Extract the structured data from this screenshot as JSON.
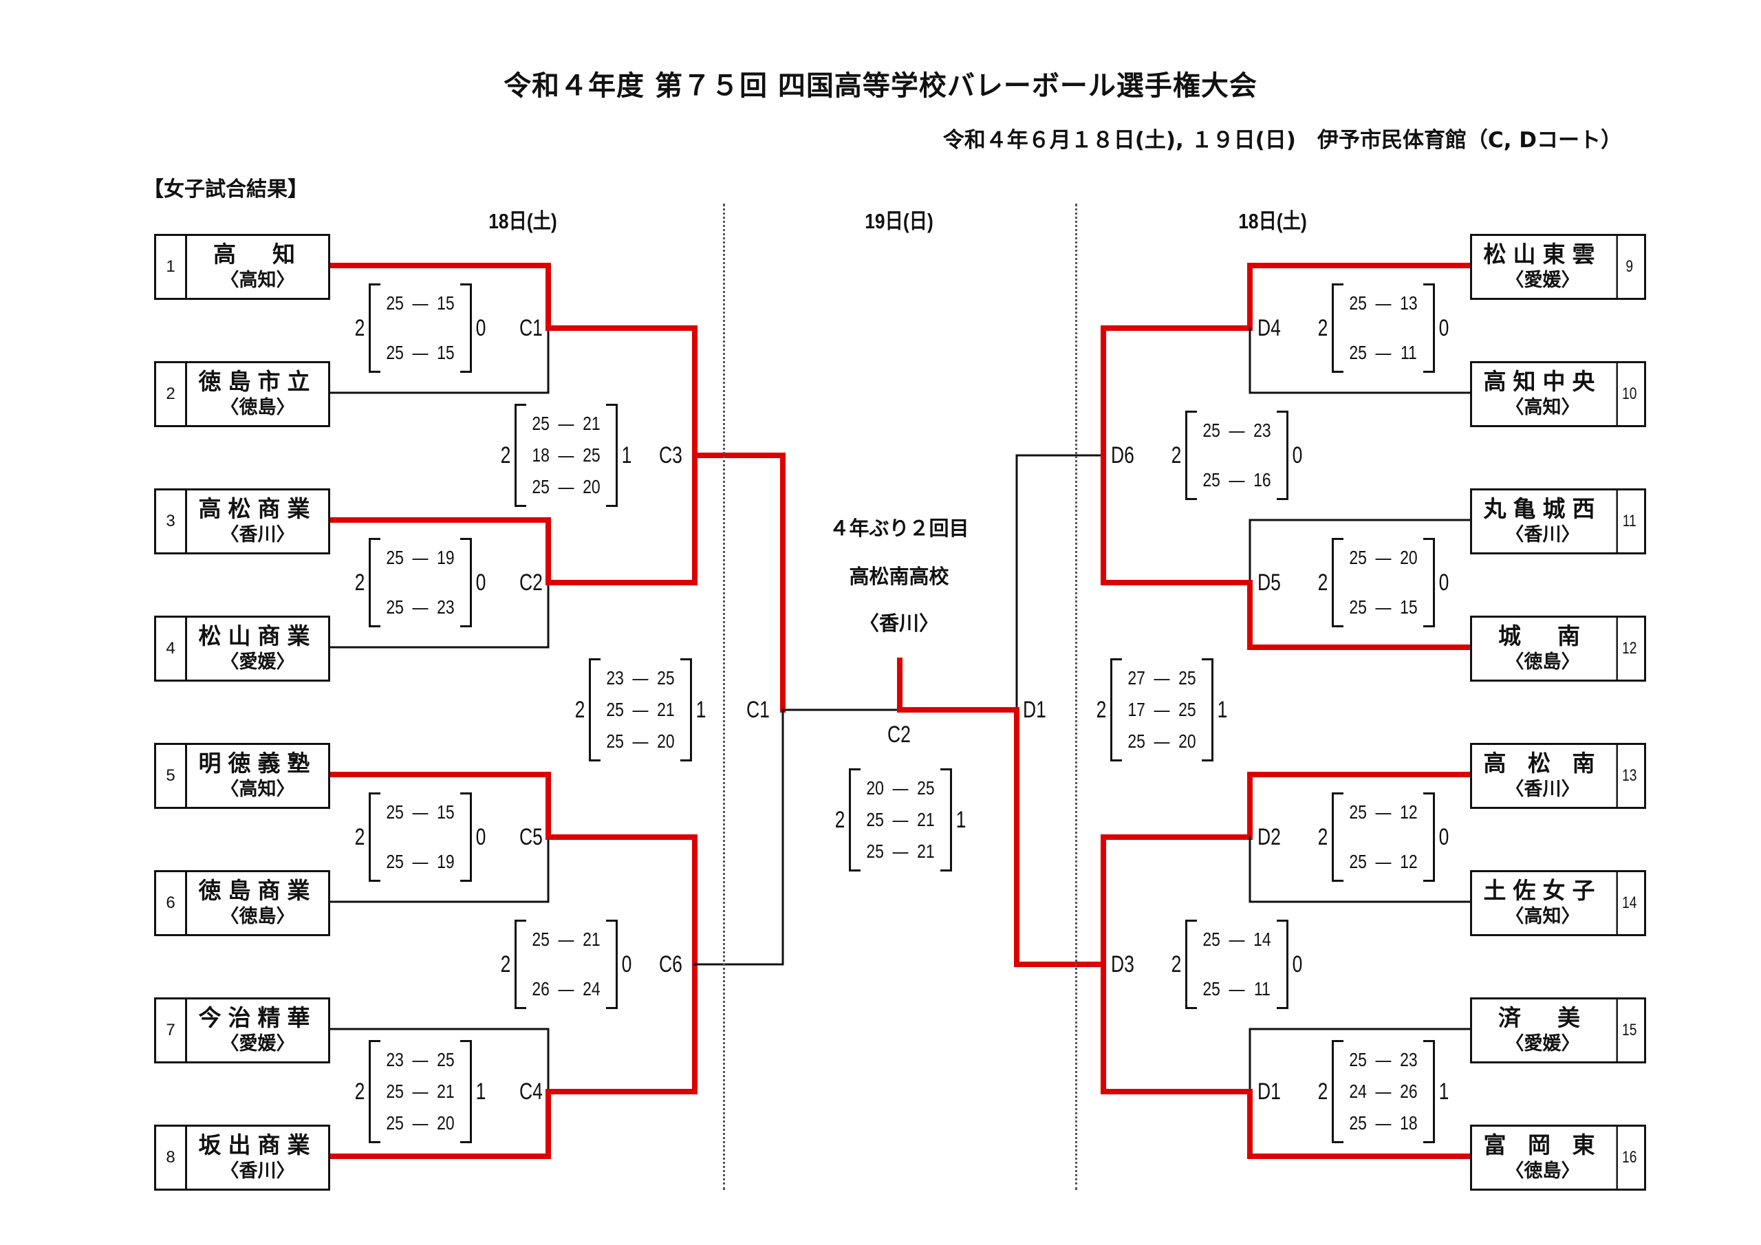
{
  "header": {
    "title": "令和４年度 第７５回 四国高等学校バレーボール選手権大会",
    "subtitle": "令和４年６月１８日(土), １９日(日)　伊予市民体育館（C, Dコート）",
    "section": "【女子試合結果】"
  },
  "days": {
    "left": "18日(土)",
    "center": "19日(日)",
    "right": "18日(土)"
  },
  "colors": {
    "winner_line": "#dd0000",
    "loser_line": "#111111"
  },
  "champion": {
    "note": "４年ぶり２回目",
    "school": "高松南高校",
    "pref": "〈香川〉"
  },
  "teams": [
    {
      "seed": "1",
      "school": "高　知",
      "pref": "〈高知〉"
    },
    {
      "seed": "2",
      "school": "徳島市立",
      "pref": "〈徳島〉"
    },
    {
      "seed": "3",
      "school": "高松商業",
      "pref": "〈香川〉"
    },
    {
      "seed": "4",
      "school": "松山商業",
      "pref": "〈愛媛〉"
    },
    {
      "seed": "5",
      "school": "明徳義塾",
      "pref": "〈高知〉"
    },
    {
      "seed": "6",
      "school": "徳島商業",
      "pref": "〈徳島〉"
    },
    {
      "seed": "7",
      "school": "今治精華",
      "pref": "〈愛媛〉"
    },
    {
      "seed": "8",
      "school": "坂出商業",
      "pref": "〈香川〉"
    },
    {
      "seed": "9",
      "school": "松山東雲",
      "pref": "〈愛媛〉"
    },
    {
      "seed": "10",
      "school": "高知中央",
      "pref": "〈高知〉"
    },
    {
      "seed": "11",
      "school": "丸亀城西",
      "pref": "〈香川〉"
    },
    {
      "seed": "12",
      "school": "城　南",
      "pref": "〈徳島〉"
    },
    {
      "seed": "13",
      "school": "高 松 南",
      "pref": "〈香川〉"
    },
    {
      "seed": "14",
      "school": "土佐女子",
      "pref": "〈高知〉"
    },
    {
      "seed": "15",
      "school": "済　美",
      "pref": "〈愛媛〉"
    },
    {
      "seed": "16",
      "school": "富 岡 東",
      "pref": "〈徳島〉"
    }
  ],
  "matches": [
    {
      "court": "C1",
      "round": "1",
      "winner_sets": "2",
      "loser_sets": "0",
      "sets": [
        [
          "25",
          "15"
        ],
        [
          "25",
          "15"
        ]
      ]
    },
    {
      "court": "C2",
      "round": "1",
      "winner_sets": "2",
      "loser_sets": "0",
      "sets": [
        [
          "25",
          "19"
        ],
        [
          "25",
          "23"
        ]
      ]
    },
    {
      "court": "C5",
      "round": "1",
      "winner_sets": "2",
      "loser_sets": "0",
      "sets": [
        [
          "25",
          "15"
        ],
        [
          "25",
          "19"
        ]
      ]
    },
    {
      "court": "C4",
      "round": "1",
      "winner_sets": "2",
      "loser_sets": "1",
      "sets": [
        [
          "23",
          "25"
        ],
        [
          "25",
          "21"
        ],
        [
          "25",
          "20"
        ]
      ]
    },
    {
      "court": "C3",
      "round": "2",
      "winner_sets": "2",
      "loser_sets": "1",
      "sets": [
        [
          "25",
          "21"
        ],
        [
          "18",
          "25"
        ],
        [
          "25",
          "20"
        ]
      ]
    },
    {
      "court": "C6",
      "round": "2",
      "winner_sets": "2",
      "loser_sets": "0",
      "sets": [
        [
          "25",
          "21"
        ],
        [
          "26",
          "24"
        ]
      ]
    },
    {
      "court": "C1",
      "round": "semi",
      "winner_sets": "2",
      "loser_sets": "1",
      "sets": [
        [
          "23",
          "25"
        ],
        [
          "25",
          "21"
        ],
        [
          "25",
          "20"
        ]
      ]
    },
    {
      "court": "D4",
      "round": "1",
      "winner_sets": "2",
      "loser_sets": "0",
      "sets": [
        [
          "25",
          "13"
        ],
        [
          "25",
          "11"
        ]
      ]
    },
    {
      "court": "D5",
      "round": "1",
      "winner_sets": "2",
      "loser_sets": "0",
      "sets": [
        [
          "25",
          "20"
        ],
        [
          "25",
          "15"
        ]
      ]
    },
    {
      "court": "D2",
      "round": "1",
      "winner_sets": "2",
      "loser_sets": "0",
      "sets": [
        [
          "25",
          "12"
        ],
        [
          "25",
          "12"
        ]
      ]
    },
    {
      "court": "D1",
      "round": "1",
      "winner_sets": "2",
      "loser_sets": "1",
      "sets": [
        [
          "25",
          "23"
        ],
        [
          "24",
          "26"
        ],
        [
          "25",
          "18"
        ]
      ]
    },
    {
      "court": "D6",
      "round": "2",
      "winner_sets": "2",
      "loser_sets": "0",
      "sets": [
        [
          "25",
          "23"
        ],
        [
          "25",
          "16"
        ]
      ]
    },
    {
      "court": "D3",
      "round": "2",
      "winner_sets": "2",
      "loser_sets": "0",
      "sets": [
        [
          "25",
          "14"
        ],
        [
          "25",
          "11"
        ]
      ]
    },
    {
      "court": "D1",
      "round": "semi",
      "winner_sets": "2",
      "loser_sets": "1",
      "sets": [
        [
          "27",
          "25"
        ],
        [
          "17",
          "25"
        ],
        [
          "25",
          "20"
        ]
      ]
    },
    {
      "court": "C2",
      "round": "final",
      "winner_sets": "2",
      "loser_sets": "1",
      "sets": [
        [
          "20",
          "25"
        ],
        [
          "25",
          "21"
        ],
        [
          "25",
          "21"
        ]
      ]
    }
  ]
}
